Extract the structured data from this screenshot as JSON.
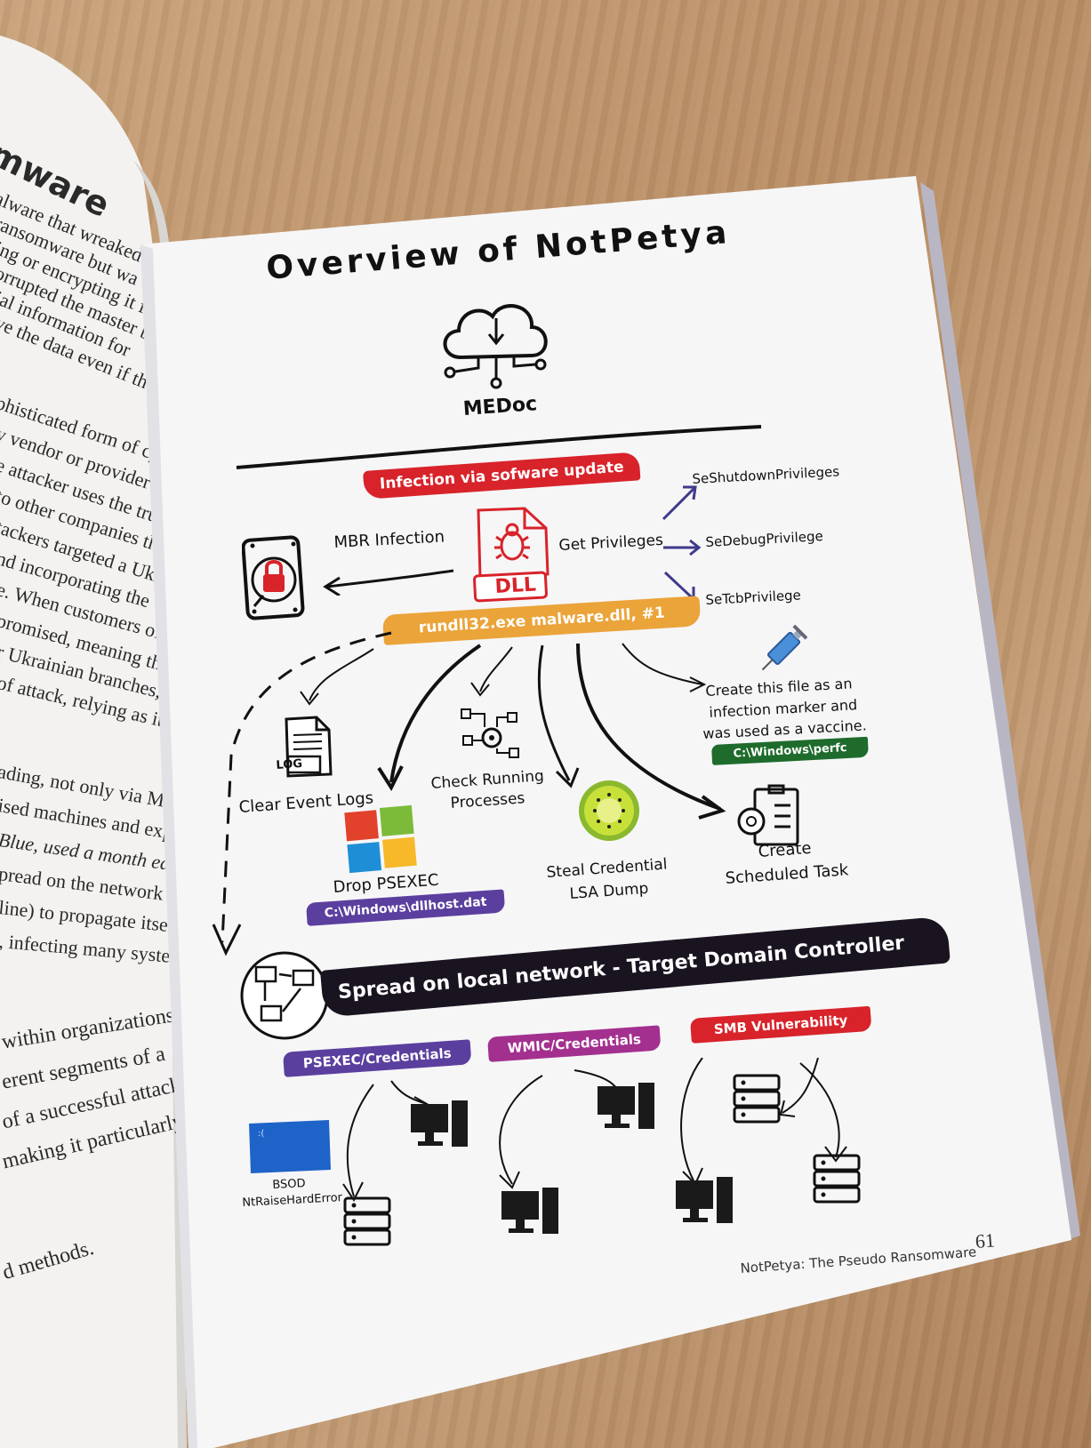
{
  "left_page": {
    "heading": "mware",
    "lines": [
      "alware that wreaked",
      "ransomware but wa",
      "ing or encrypting it f",
      "orrupted the master bo",
      "ial information for",
      "ve the data even if th",
      "phisticated form of cyb",
      "y vendor or provider a",
      "e attacker uses the tru",
      "to other companies th",
      "tackers targeted a Ukra",
      "nd incorporating the",
      "e. When customers of",
      "promised, meaning the",
      "r Ukrainian branches,",
      "of attack, relying as it",
      "ading, not only via MED",
      "ised machines and expl",
      "Blue, used a month earl",
      "pread on the network",
      "line) to propagate itsel",
      ", infecting many system",
      "within organizations",
      "erent segments of a",
      "of a successful attack.",
      "making it particularly",
      "d methods."
    ]
  },
  "diagram": {
    "title": "Overview of NotPetya",
    "source": "MEDoc",
    "infection_banner": "Infection via sofware update",
    "dll_label": "DLL",
    "mbr_label": "MBR Infection",
    "privileges_label": "Get Privileges",
    "privileges": [
      "SeShutdownPrivileges",
      "SeDebugPrivilege",
      "SeTcbPrivilege"
    ],
    "rundll_banner": "rundll32.exe malware.dll, #1",
    "vaccine_text": [
      "Create this file as an",
      "infection marker and",
      "was used as a vaccine."
    ],
    "vaccine_path": "C:\\Windows\\perfc",
    "log_icon_text": "LOG",
    "clear_logs": "Clear Event Logs",
    "check_processes": [
      "Check Running",
      "Processes"
    ],
    "drop_psexec": "Drop PSEXEC",
    "psexec_path": "C:\\Windows\\dllhost.dat",
    "steal_credential": [
      "Steal Credential",
      "LSA Dump"
    ],
    "scheduled_task": [
      "Create",
      "Scheduled Task"
    ],
    "spread_banner": "Spread on local network - Target Domain Controller",
    "methods": [
      "PSEXEC/Credentials",
      "WMIC/Credentials",
      "SMB Vulnerability"
    ],
    "bsod": [
      "BSOD",
      "NtRaiseHardError"
    ]
  },
  "footer": {
    "running_title": "NotPetya: The Pseudo Ransomware",
    "page_number": "61"
  },
  "colors": {
    "red_brush": "#d8232a",
    "orange_brush": "#eba43a",
    "green_brush": "#1e6b2c",
    "purple_brush": "#5b3f9e",
    "magenta_brush": "#a3308f",
    "dark_brush": "#1a1420",
    "bsod_blue": "#1e63c8",
    "arrow_purple": "#3d3a8a"
  }
}
